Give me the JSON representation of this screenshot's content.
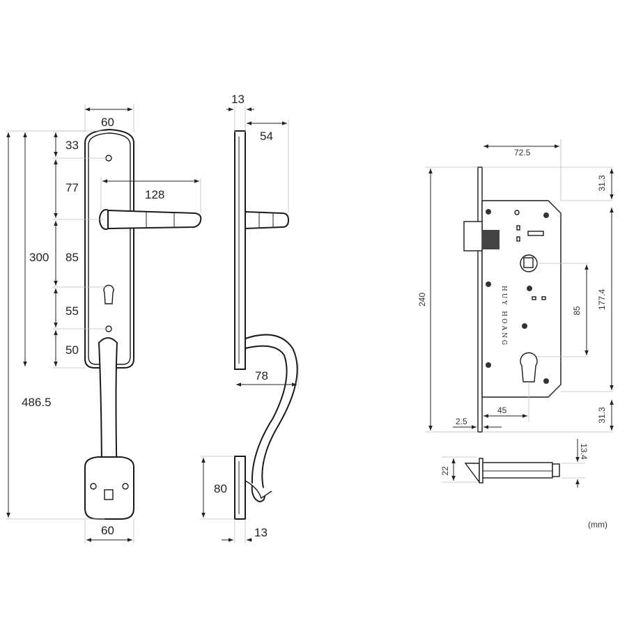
{
  "title": "Mortise handle lock dimension drawing",
  "unit_label": "(mm)",
  "logo_text": "HUY HOANG",
  "front_view": {
    "width_top": "60",
    "top_hole": "33",
    "hole_to_lever": "77",
    "lever_length": "128",
    "plate_height": "300",
    "lever_to_keyhole": "85",
    "keyhole_to_hole": "55",
    "hole_to_bottom": "50",
    "total_height": "486.5",
    "width_bottom": "60"
  },
  "side_view": {
    "plate_thickness": "13",
    "lever_projection": "54",
    "grip_projection": "78",
    "rosette_height": "80",
    "rosette_thickness": "13"
  },
  "lock_body": {
    "backset_width": "72.5",
    "top_offset": "31.3",
    "faceplate_height": "240",
    "center_distance": "85",
    "body_height": "177.4",
    "bottom_offset": "31.3",
    "backset": "45",
    "faceplate_thickness": "2.5"
  },
  "latch": {
    "width": "22",
    "throw": "13.4"
  }
}
